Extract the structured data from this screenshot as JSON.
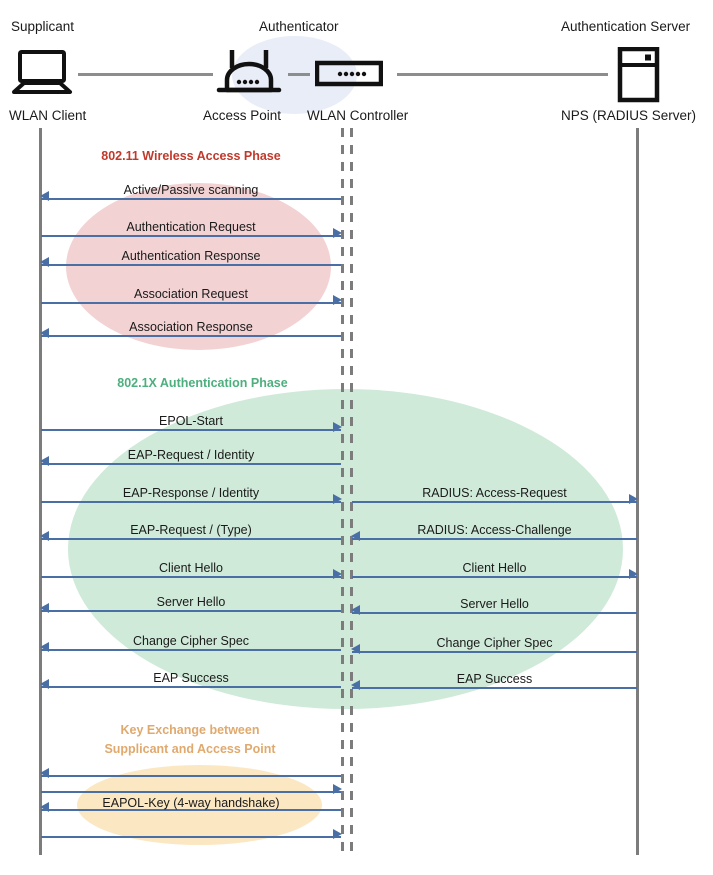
{
  "diagram": {
    "title": "802.1X / WPA2-Enterprise WLAN authentication sequence",
    "colors": {
      "arrow": "#4a6fa5",
      "lifeline": "#7c7c7c",
      "wire": "#8d8d8d",
      "phase1_text": "#c0392b",
      "phase1_fill": "#f2d2d3",
      "phase2_text": "#4caf7d",
      "phase2_fill": "#cfead9",
      "phase3_text": "#e0a96d",
      "phase3_fill": "#fbe7c2",
      "authenticator_fill": "#e9edf7"
    }
  },
  "roles": {
    "supplicant": "Supplicant",
    "authenticator": "Authenticator",
    "auth_server": "Authentication Server"
  },
  "nodes": [
    {
      "key": "wlan-client",
      "label": "WLAN Client",
      "icon": "laptop-icon"
    },
    {
      "key": "access-point",
      "label": "Access Point",
      "icon": "access-point-icon"
    },
    {
      "key": "wlan-controller",
      "label": "WLAN Controller",
      "icon": "wlan-controller-icon"
    },
    {
      "key": "nps",
      "label": "NPS (RADIUS Server)",
      "icon": "server-icon"
    }
  ],
  "phases": [
    {
      "key": "wireless-access",
      "label": "802.11 Wireless Access Phase"
    },
    {
      "key": "dot1x-auth",
      "label": "802.1X Authentication Phase"
    },
    {
      "key": "key-exchange",
      "label_line1": "Key Exchange between",
      "label_line2": "Supplicant and Access Point"
    }
  ],
  "messages": {
    "left": [
      {
        "text": "Active/Passive scanning",
        "dir": "left"
      },
      {
        "text": "Authentication Request",
        "dir": "right"
      },
      {
        "text": "Authentication Response",
        "dir": "left"
      },
      {
        "text": "Association Request",
        "dir": "right"
      },
      {
        "text": "Association Response",
        "dir": "left"
      },
      {
        "text": "EPOL-Start",
        "dir": "right"
      },
      {
        "text": "EAP-Request / Identity",
        "dir": "left"
      },
      {
        "text": "EAP-Response / Identity",
        "dir": "right"
      },
      {
        "text": "EAP-Request / (Type)",
        "dir": "left"
      },
      {
        "text": "Client Hello",
        "dir": "right"
      },
      {
        "text": "Server Hello",
        "dir": "left"
      },
      {
        "text": "Change Cipher Spec",
        "dir": "left"
      },
      {
        "text": "EAP Success",
        "dir": "left"
      },
      {
        "text": "",
        "dir": "left"
      },
      {
        "text": "EAPOL-Key (4-way handshake)",
        "dir": "right"
      },
      {
        "text": "",
        "dir": "left"
      },
      {
        "text": "",
        "dir": "right"
      }
    ],
    "right": [
      {
        "text": "RADIUS: Access-Request",
        "dir": "right"
      },
      {
        "text": "RADIUS: Access-Challenge",
        "dir": "left"
      },
      {
        "text": "Client Hello",
        "dir": "right"
      },
      {
        "text": "Server Hello",
        "dir": "left"
      },
      {
        "text": "Change Cipher Spec",
        "dir": "left"
      },
      {
        "text": "EAP Success",
        "dir": "left"
      }
    ]
  }
}
